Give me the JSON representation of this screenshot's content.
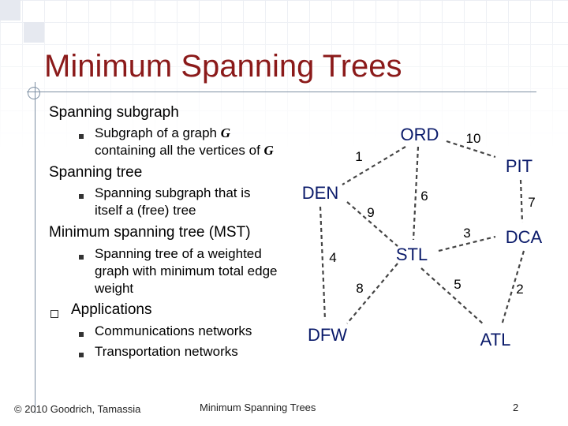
{
  "title": "Minimum Spanning Trees",
  "outline": [
    {
      "heading": "Spanning subgraph",
      "bullets": [
        {
          "line1_pre": "Subgraph of a graph ",
          "line1_var": "G",
          "line2_pre": "containing all the vertices of ",
          "line2_var": "G"
        }
      ]
    },
    {
      "heading": "Spanning tree",
      "bullets": [
        {
          "line1": "Spanning subgraph that is",
          "line2": "itself a (free) tree"
        }
      ]
    },
    {
      "heading": "Minimum spanning tree (MST)",
      "bullets": [
        {
          "line1": "Spanning tree of a weighted",
          "line2": "graph with minimum total edge",
          "line3": "weight"
        }
      ]
    },
    {
      "heading": "Applications",
      "bullets": [
        {
          "line1": "Communications networks"
        },
        {
          "line1": "Transportation networks"
        }
      ]
    }
  ],
  "graph": {
    "nodes": {
      "ORD": "ORD",
      "PIT": "PIT",
      "DEN": "DEN",
      "STL": "STL",
      "DCA": "DCA",
      "DFW": "DFW",
      "ATL": "ATL"
    },
    "edges": [
      {
        "from": "ORD",
        "to": "PIT",
        "weight": "10"
      },
      {
        "from": "ORD",
        "to": "DEN",
        "weight": "1"
      },
      {
        "from": "ORD",
        "to": "STL",
        "weight": "6"
      },
      {
        "from": "PIT",
        "to": "DCA",
        "weight": "7"
      },
      {
        "from": "DEN",
        "to": "STL",
        "weight": "9"
      },
      {
        "from": "DEN",
        "to": "DFW",
        "weight": "4"
      },
      {
        "from": "STL",
        "to": "DCA",
        "weight": "3"
      },
      {
        "from": "STL",
        "to": "DFW",
        "weight": "8"
      },
      {
        "from": "STL",
        "to": "ATL",
        "weight": "5"
      },
      {
        "from": "DCA",
        "to": "ATL",
        "weight": "2"
      }
    ]
  },
  "footer": {
    "copyright": "© 2010 Goodrich, Tamassia",
    "center": "Minimum Spanning Trees",
    "page": "2"
  },
  "colors": {
    "title": "#8b1a1a",
    "node_text": "#0a1a6a",
    "rule": "#7d8fa3"
  }
}
